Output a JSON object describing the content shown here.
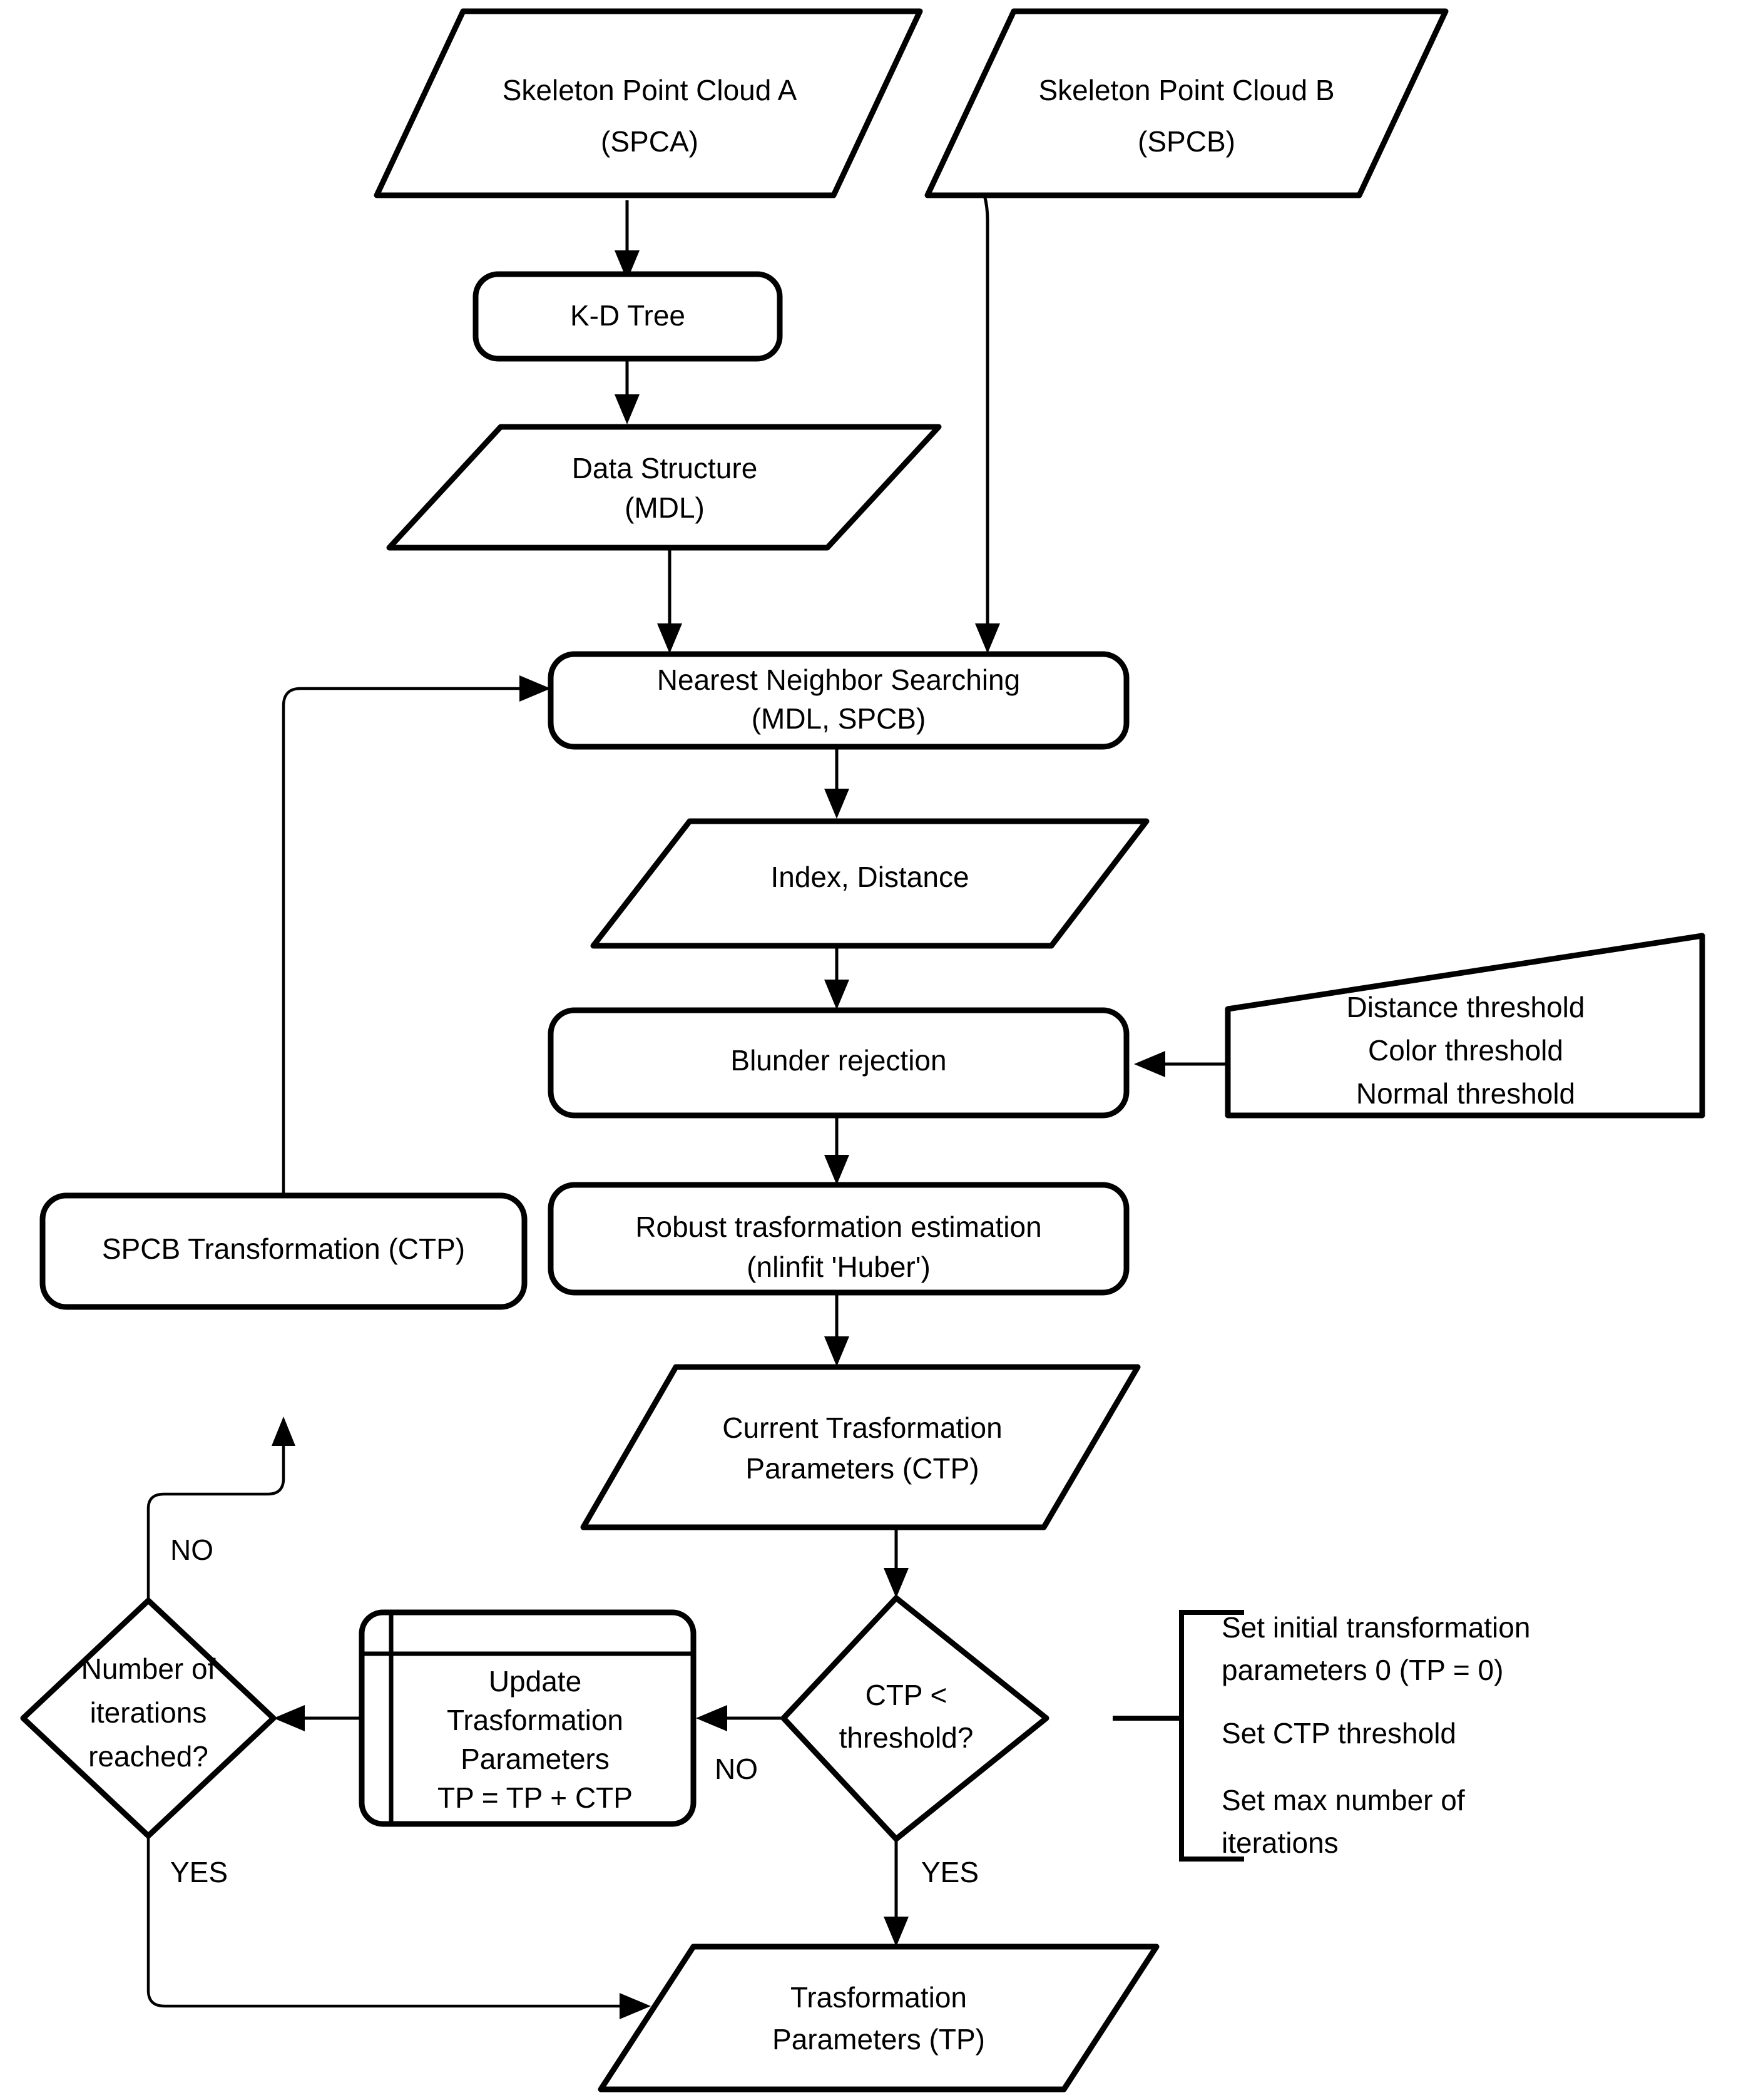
{
  "diagram": {
    "title": "ICP skeleton point cloud registration flowchart",
    "background_color": "#ffffff",
    "line_color": "#000000"
  },
  "nodes": {
    "spca": {
      "shape": "parallelogram",
      "line1": "Skeleton Point Cloud A",
      "line2": "(SPCA)"
    },
    "spcb": {
      "shape": "parallelogram",
      "line1": "Skeleton Point Cloud B",
      "line2": "(SPCB)"
    },
    "kdtree": {
      "shape": "rounded-rect",
      "line1": "K-D Tree"
    },
    "data_structure": {
      "shape": "parallelogram",
      "line1": "Data Structure",
      "line2": "(MDL)"
    },
    "nn_search": {
      "shape": "rounded-rect",
      "line1": "Nearest Neighbor Searching",
      "line2": "(MDL, SPCB)"
    },
    "index_distance": {
      "shape": "parallelogram",
      "line1": "Index, Distance"
    },
    "blunder": {
      "shape": "rounded-rect",
      "line1": "Blunder rejection"
    },
    "thresholds": {
      "shape": "trapezoid",
      "line1": "Distance threshold",
      "line2": "Color threshold",
      "line3": "Normal threshold"
    },
    "spcb_transform": {
      "shape": "rounded-rect",
      "line1": "SPCB Transformation (CTP)"
    },
    "robust_est": {
      "shape": "rounded-rect",
      "line1": "Robust trasformation estimation",
      "line2": "(nlinfit 'Huber')"
    },
    "ctp_params": {
      "shape": "parallelogram",
      "line1": "Current Trasformation",
      "line2": "Parameters (CTP)"
    },
    "iter_decision": {
      "shape": "diamond",
      "line1": "Number of",
      "line2": "iterations",
      "line3": "reached?"
    },
    "update_tp": {
      "shape": "predefined-process",
      "line1": "Update",
      "line2": "Trasformation",
      "line3": "Parameters",
      "line4": "TP = TP + CTP"
    },
    "ctp_decision": {
      "shape": "diamond",
      "line1": "CTP <",
      "line2": "threshold?"
    },
    "final_tp": {
      "shape": "parallelogram",
      "line1": "Trasformation",
      "line2": "Parameters (TP)"
    }
  },
  "edge_labels": {
    "iter_no": "NO",
    "iter_yes": "YES",
    "ctp_no": "NO",
    "ctp_yes": "YES"
  },
  "side_note": {
    "bracket": "left-brace-bracket",
    "items": [
      {
        "line1": "Set initial transformation",
        "line2": "parameters 0 (TP = 0)"
      },
      {
        "line1": "Set CTP threshold",
        "line2": ""
      },
      {
        "line1": "Set max number of",
        "line2": "iterations"
      }
    ]
  }
}
